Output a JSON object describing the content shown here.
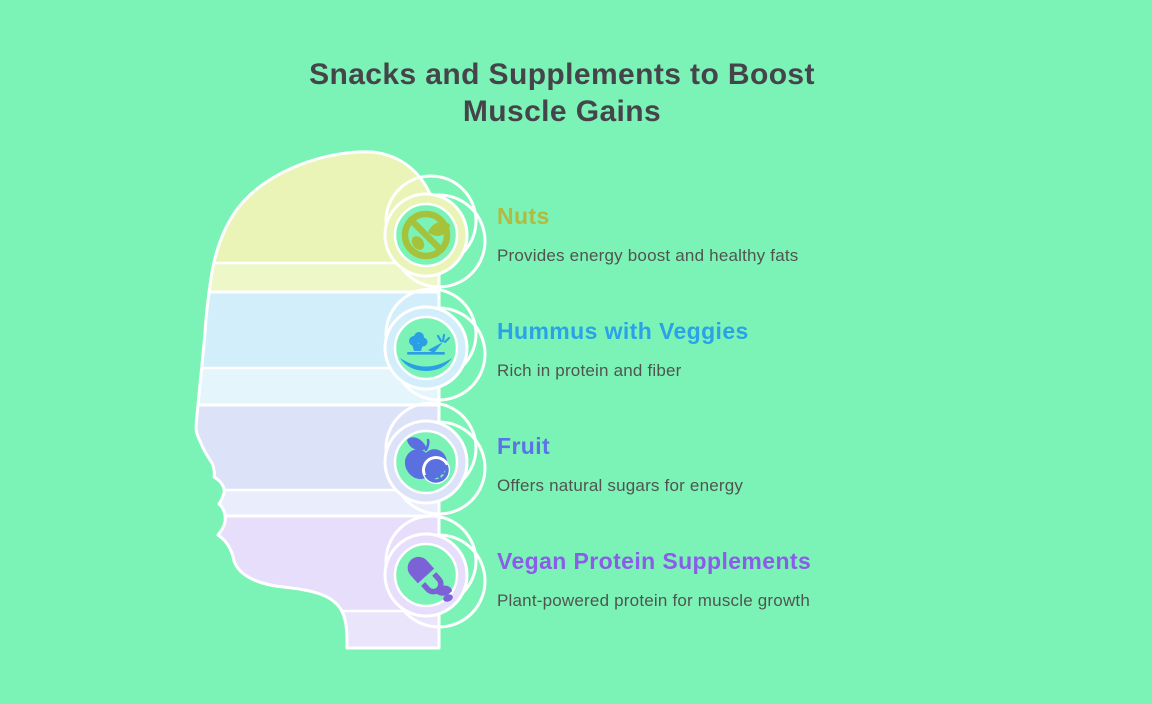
{
  "page": {
    "background_color": "#7cf3b6"
  },
  "title": {
    "line1": "Snacks and Supplements to Boost",
    "line2": "Muscle Gains",
    "color": "#45444a"
  },
  "text_color": "#50544f",
  "outline_color": "#ffffff",
  "illustration": {
    "name": "human-head-profile-with-layers"
  },
  "sections": [
    {
      "name": "Nuts",
      "description": "Provides energy boost and healthy fats",
      "heading_color": "#b3ba3d",
      "icon": "nuts-icon",
      "icon_color": "#a6c23b",
      "band_color": "#e9f4b6"
    },
    {
      "name": "Hummus with Veggies",
      "description": "Rich in protein and fiber",
      "heading_color": "#2ba2e8",
      "icon": "hummus-veggies-icon",
      "icon_color": "#2b9fe6",
      "band_color": "#d3eefb"
    },
    {
      "name": "Fruit",
      "description": "Offers natural sugars for energy",
      "heading_color": "#5b72e8",
      "icon": "fruit-icon",
      "icon_color": "#5a6fe0",
      "band_color": "#dce2f8"
    },
    {
      "name": "Vegan Protein Supplements",
      "description": "Plant-powered protein for muscle growth",
      "heading_color": "#8a5ce8",
      "icon": "vegan-protein-icon",
      "icon_color": "#7b63d7",
      "band_color": "#e6defa"
    }
  ]
}
